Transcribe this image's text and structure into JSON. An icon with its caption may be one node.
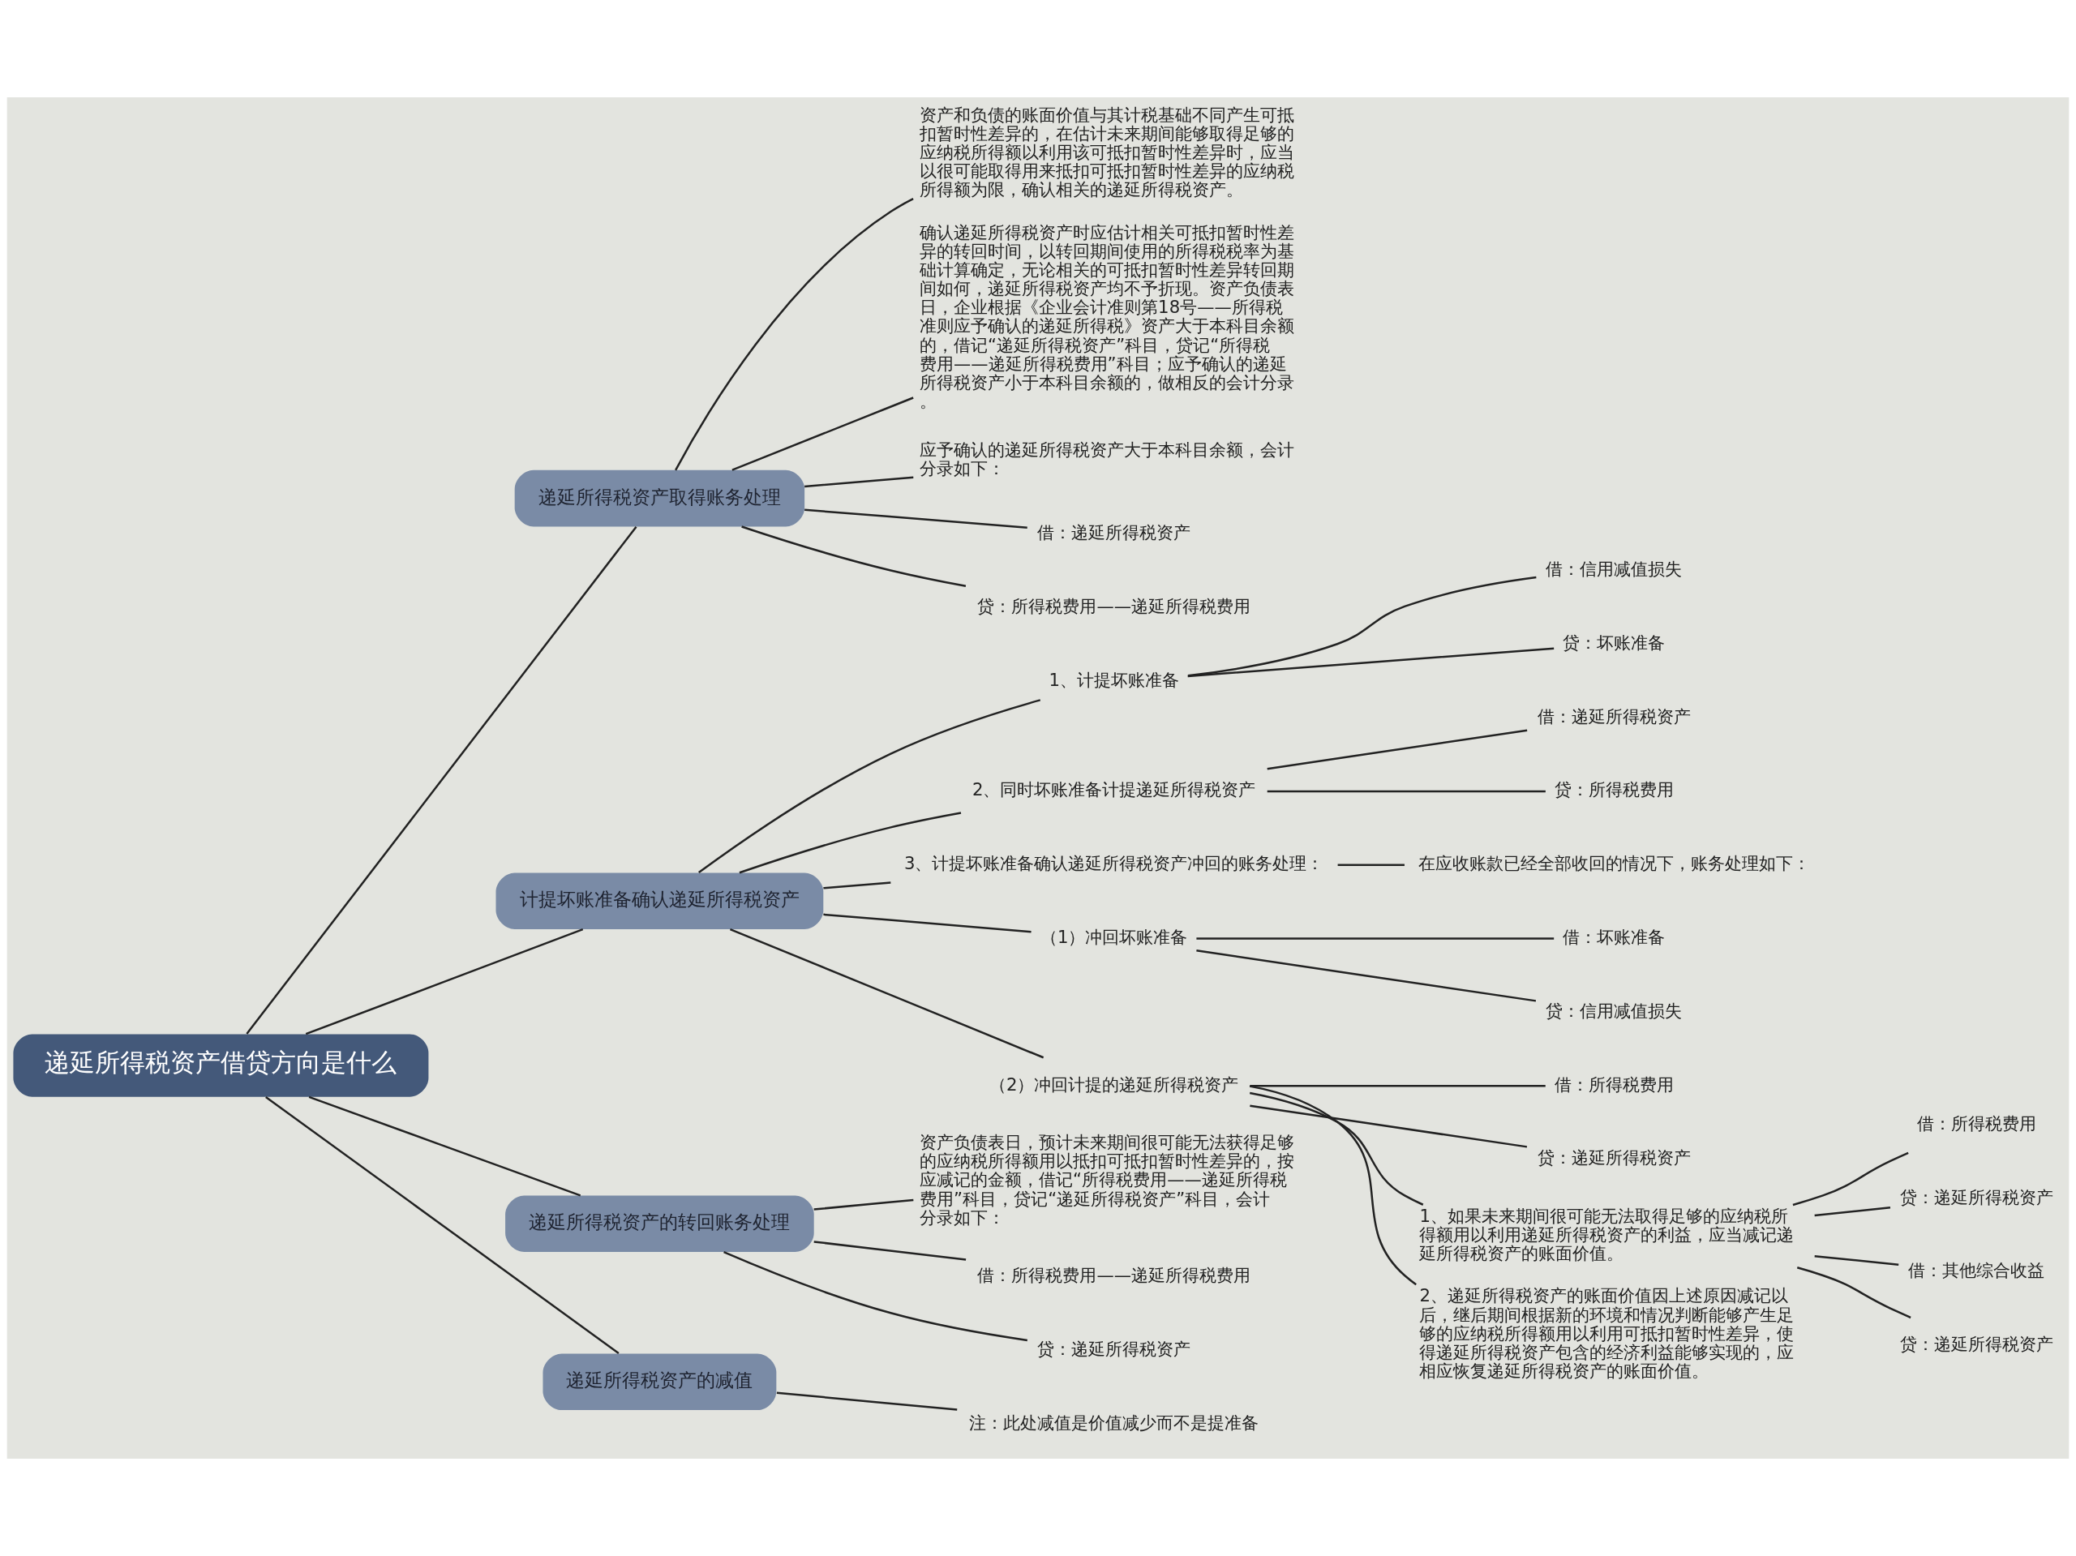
{
  "diagram": {
    "nodes": [
      {
        "text": [
          "递延所得税资产借贷方向是什么"
        ]
      },
      {
        "text": [
          "递延所得税资产取得账务处理"
        ]
      },
      {
        "text": [
          "资产和负债的账面价值与其计税基础不同产生可抵扣暂时性差异的，在估计未来期间能够取得足够的应纳税所得额以利用该可抵扣暂时性差异时，应当以很可能取得用来抵扣可抵扣暂时性差异的应纳税所得额为限，确认相关的递延所得税资产。"
        ]
      },
      {
        "text": [
          "确认递延所得税资产时应估计相关可抵扣暂时性差异的转回时间，以转回期间使用的所得税税率为基础计算确定，无论相关的可抵扣暂时性差异转回期间如何，递延所得税资产均不予折现。资产负债表日，企业根据《企业会计准则第18号——所得税准则应予确认的递延所得税》资产大于本科目余额的，借记“递延所得税资产”科目，贷记“所得税费用——递延所得税费用”科目；应予确认的递延所得税资产小于本科目余额的，做相反的会计分录。"
        ]
      },
      {
        "text": [
          "应予确认的递延所得税资产大于本科目余额，会计分录如下："
        ]
      },
      {
        "text": [
          "借：递延所得税资产"
        ]
      },
      {
        "text": [
          "贷：所得税费用——递延所得税费用"
        ]
      },
      {
        "text": [
          "计提坏账准备确认递延所得税资产"
        ]
      },
      {
        "text": [
          "1、计提坏账准备"
        ]
      },
      {
        "text": [
          "借：信用减值损失"
        ]
      },
      {
        "text": [
          "贷：坏账准备"
        ]
      },
      {
        "text": [
          "2、同时坏账准备计提递延所得税资产"
        ]
      },
      {
        "text": [
          "借：递延所得税资产"
        ]
      },
      {
        "text": [
          "贷：所得税费用"
        ]
      },
      {
        "text": [
          "3、计提坏账准备确认递延所得税资产冲回的账务处理："
        ]
      },
      {
        "text": [
          "在应收账款已经全部收回的情况下，账务处理如下："
        ]
      },
      {
        "text": [
          "（1）冲回坏账准备"
        ]
      },
      {
        "text": [
          "借：坏账准备"
        ]
      },
      {
        "text": [
          "贷：信用减值损失"
        ]
      },
      {
        "text": [
          "（2）冲回计提的递延所得税资产"
        ]
      },
      {
        "text": [
          "借：所得税费用"
        ]
      },
      {
        "text": [
          "贷：递延所得税资产"
        ]
      },
      {
        "text": [
          "1、如果未来期间很可能无法取得足够的应纳税所得额用以利用递延所得税资产的利益，应当减记递延所得税资产的账面价值。"
        ]
      },
      {
        "text": [
          "借：所得税费用"
        ]
      },
      {
        "text": [
          "贷：递延所得税资产"
        ]
      },
      {
        "text": [
          "借：其他综合收益"
        ]
      },
      {
        "text": [
          "贷：递延所得税资产"
        ]
      },
      {
        "text": [
          "2、递延所得税资产的账面价值因上述原因减记以后，继后期间根据新的环境和情况判断能够产生足够的应纳税所得额用以利用可抵扣暂时性差异，使得递延所得税资产包含的经济利益能够实现的，应相应恢复递延所得税资产的账面价值。"
        ]
      },
      {
        "text": [
          "递延所得税资产的转回账务处理"
        ]
      },
      {
        "text": [
          "资产负债表日，预计未来期间很可能无法获得足够的应纳税所得额用以抵扣可抵扣暂时性差异的，按应减记的金额，借记“所得税费用——递延所得税费用”科目，贷记“递延所得税资产”科目，会计分录如下："
        ]
      },
      {
        "text": [
          "借：所得税费用——递延所得税费用"
        ]
      },
      {
        "text": [
          "贷：递延所得税资产"
        ]
      },
      {
        "text": [
          "递延所得税资产的减值"
        ]
      },
      {
        "text": [
          "注：此处减值是价值减少而不是提准备"
        ]
      }
    ],
    "edges": [
      {
        "from": 0,
        "to": 1,
        "arrow": "none"
      },
      {
        "from": 1,
        "to": 2,
        "arrow": "none"
      },
      {
        "from": 1,
        "to": 3,
        "arrow": "none"
      },
      {
        "from": 1,
        "to": 4,
        "arrow": "none"
      },
      {
        "from": 1,
        "to": 5,
        "arrow": "none"
      },
      {
        "from": 1,
        "to": 6,
        "arrow": "none"
      },
      {
        "from": 0,
        "to": 7,
        "arrow": "none"
      },
      {
        "from": 7,
        "to": 8,
        "arrow": "none"
      },
      {
        "from": 8,
        "to": 9,
        "arrow": "none"
      },
      {
        "from": 8,
        "to": 10,
        "arrow": "none"
      },
      {
        "from": 7,
        "to": 11,
        "arrow": "none"
      },
      {
        "from": 11,
        "to": 12,
        "arrow": "none"
      },
      {
        "from": 11,
        "to": 13,
        "arrow": "none"
      },
      {
        "from": 7,
        "to": 14,
        "arrow": "none"
      },
      {
        "from": 14,
        "to": 15,
        "arrow": "none"
      },
      {
        "from": 7,
        "to": 16,
        "arrow": "none"
      },
      {
        "from": 16,
        "to": 17,
        "arrow": "none"
      },
      {
        "from": 16,
        "to": 18,
        "arrow": "none"
      },
      {
        "from": 7,
        "to": 19,
        "arrow": "none"
      },
      {
        "from": 19,
        "to": 20,
        "arrow": "none"
      },
      {
        "from": 19,
        "to": 21,
        "arrow": "none"
      },
      {
        "from": 19,
        "to": 22,
        "arrow": "none"
      },
      {
        "from": 22,
        "to": 23,
        "arrow": "none"
      },
      {
        "from": 22,
        "to": 24,
        "arrow": "none"
      },
      {
        "from": 22,
        "to": 25,
        "arrow": "none"
      },
      {
        "from": 22,
        "to": 26,
        "arrow": "none"
      },
      {
        "from": 19,
        "to": 27,
        "arrow": "none"
      },
      {
        "from": 0,
        "to": 28,
        "arrow": "none"
      },
      {
        "from": 28,
        "to": 29,
        "arrow": "none"
      },
      {
        "from": 28,
        "to": 30,
        "arrow": "none"
      },
      {
        "from": 28,
        "to": 31,
        "arrow": "none"
      },
      {
        "from": 0,
        "to": 32,
        "arrow": "none"
      },
      {
        "from": 32,
        "to": 33,
        "arrow": "none"
      }
    ]
  }
}
